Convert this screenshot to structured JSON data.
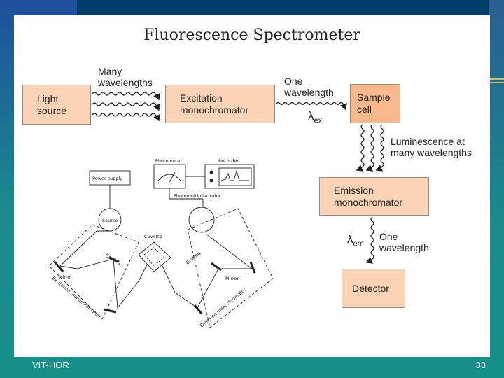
{
  "slide": {
    "title": "Fluorescence Spectrometer",
    "footer_left": "VIT-HOR",
    "page_number": "33"
  },
  "diagram": {
    "light_source": "Light source",
    "excitation_mono": "Excitation monochromator",
    "sample_cell": "Sample cell",
    "emission_mono": "Emission monochromator",
    "detector": "Detector",
    "many_wavelengths": "Many wavelengths",
    "one_wavelength_top": "One wavelength",
    "lambda_ex": "λ",
    "lambda_ex_sub": "ex",
    "luminescence": "Luminescence at many wavelengths",
    "lambda_em": "λ",
    "lambda_em_sub": "em",
    "one_wavelength_bottom": "One wavelength"
  },
  "inset": {
    "power_supply": "Power supply",
    "photometer": "Photometer",
    "recorder": "Recorder",
    "pm_tube": "Photomultiplier tube",
    "source": "Source",
    "cuvette": "Cuvette",
    "grating_left": "Grating",
    "grating_right": "Grating",
    "mirror_left": "Mirror",
    "mirror_right": "Mirror",
    "exc_mono": "Excitation monochromator",
    "em_mono": "Emission monochromator"
  }
}
